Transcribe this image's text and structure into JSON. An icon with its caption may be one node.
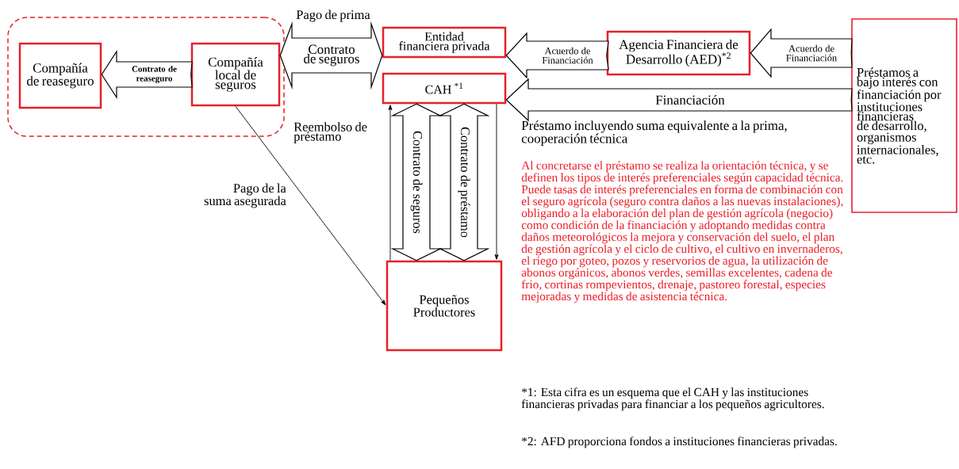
{
  "diagram": {
    "nodes": [
      {
        "text": [],
        "shape": "box"
      },
      {
        "text": [
          "Compañía de reaseguro"
        ],
        "in": 0
      },
      {
        "text": [
          "Compañía local de seguros"
        ],
        "in": 0
      },
      {
        "text": [
          "Entidad financiera privada"
        ]
      },
      {
        "text": [
          "CAH $^{*1}$"
        ]
      },
      {
        "text": [
          "Agencia Financiera de Desarrollo (AED)$^{*2}$"
        ]
      },
      {
        "text": [
          "Préstamos a bajo interés con financiación por instituciones financieras de desarrollo, organismos internacionales, etc."
        ]
      },
      {
        "text": [
          "Pequeños Productores"
        ]
      }
    ],
    "edges": [
      {
        "from": 2,
        "to": 1,
        "arrow": "to",
        "label": "Contrato de reaseguro"
      },
      {
        "from": 2,
        "to": 3,
        "arrow": "both",
        "label": "Contrato de seguros"
      },
      {
        "from": 5,
        "to": 3,
        "arrow": "to",
        "label": "Acuerdo de Financiación"
      },
      {
        "from": 6,
        "to": 5,
        "arrow": "to",
        "label": "Acuerdo de Financiación"
      },
      {
        "from": 6,
        "to": 4,
        "arrow": "to",
        "label": "Financiación"
      },
      {
        "from": 4,
        "to": 7,
        "arrow": "both",
        "label": "Contrato de seguros"
      },
      {
        "from": 4,
        "to": 7,
        "arrow": "both",
        "label": "Contrato de préstamo"
      },
      {
        "from": 7,
        "to": 4,
        "arrow": "to"
      },
      {
        "from": 4,
        "to": 7,
        "arrow": "to"
      },
      {
        "from": 2,
        "to": 7,
        "arrow": "to",
        "label": "Pago de la suma asegurada"
      }
    ],
    "labels": [
      "Pago de prima",
      "Reembolso de préstamo",
      "Préstamo incluyendo suma equivalente a la prima, cooperación técnica",
      "Al concretarse el préstamo se realiza la orientación técnica, y se definen los tipos de interés preferenciales según capacidad técnica. Puede tasas de interés preferenciales en forma de combinación con el seguro agrícola (seguro contra daños a las nuevas instalaciones), obligando a la elaboración del plan de gestión agrícola (negocio) como condición de la financiación y adoptando medidas contra daños meteorológicos la mejora y conservación del suelo, el plan de gestión agrícola y el ciclo de cultivo, el cultivo en invernaderos, el riego por goteo, pozos y reservorios de agua, la utilización de abonos orgánicos, abonos verdes, semillas excelentes, cadena de frio, cortinas rompevientos, drenaje, pastoreo forestal, especies mejoradas y medidas de asistencia técnica.",
      "*1: Esta cifra es un esquema que el CAH y las instituciones financieras privadas para financiar a los pequeños agricultores.",
      "*2: AFD proporciona fondos a instituciones financieras privadas."
    ]
  }
}
